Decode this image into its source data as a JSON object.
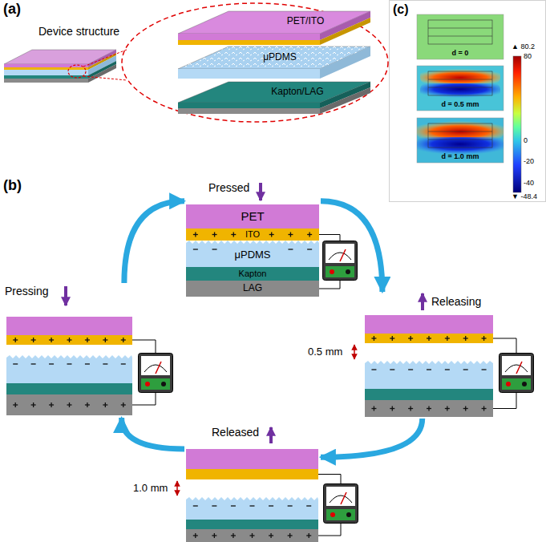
{
  "diagram": {
    "nodes": [
      {
        "text": [
          "PET/ITO"
        ]
      },
      {
        "text": [
          "μPDMS"
        ]
      },
      {
        "text": [
          "Kapton/LAG"
        ]
      },
      {
        "text": [
          "d = 0"
        ]
      },
      {
        "text": [
          "d = 0.5 mm"
        ]
      },
      {
        "text": [
          "d = 1.0 mm"
        ]
      },
      {
        "text": [
          "Pressed"
        ]
      },
      {
        "text": [
          "PET"
        ],
        "in": 6
      },
      {
        "text": [
          "ITO"
        ],
        "in": 6
      },
      {
        "text": [
          "μPDMS"
        ],
        "in": 6
      },
      {
        "text": [
          "Kapton"
        ],
        "in": 6
      },
      {
        "text": [
          "LAG"
        ],
        "in": 6
      },
      {
        "text": [
          "Pressing"
        ]
      },
      {
        "text": [
          "Releasing"
        ]
      },
      {
        "text": [
          "Released"
        ]
      }
    ],
    "edges": [
      {
        "from": 12,
        "to": 6,
        "arrow": "to"
      },
      {
        "from": 6,
        "to": 13,
        "arrow": "to"
      },
      {
        "from": 13,
        "to": 14,
        "arrow": "to"
      },
      {
        "from": 14,
        "to": 12,
        "arrow": "to"
      }
    ],
    "labels": [
      "(a)",
      "Device structure",
      "(c)",
      "▲ 80.2",
      "80",
      "0",
      "-20",
      "-40",
      "▼ -48.4",
      "(b)",
      "0.5 mm",
      "1.0 mm"
    ]
  }
}
